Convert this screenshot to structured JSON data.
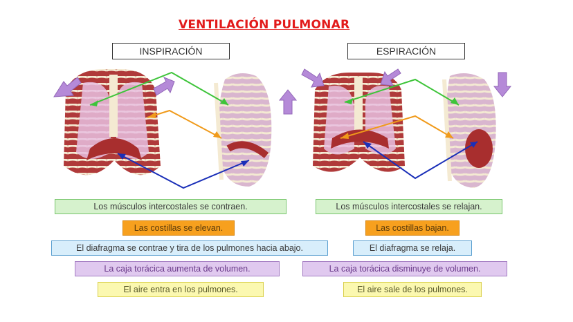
{
  "title": "VENTILACIÓN PULMONAR",
  "inspiracion": {
    "heading": "INSPIRACIÓN",
    "labels": [
      "Los músculos intercostales se contraen.",
      "Las costillas se elevan.",
      "El diafragma se contrae y tira de los pulmones hacia abajo.",
      "La caja torácica aumenta de volumen.",
      "El aire entra en los pulmones."
    ]
  },
  "espiracion": {
    "heading": "ESPIRACIÓN",
    "labels": [
      "Los músculos intercostales se relajan.",
      "Las costillas bajan.",
      "El diafragma se relaja.",
      "La caja torácica disminuye de volumen.",
      "El aire sale de los pulmones."
    ]
  },
  "colors": {
    "title": "#e21b1b",
    "green_arrow": "#3ec43a",
    "orange_arrow": "#f09a1a",
    "blue_arrow": "#1a2fb8",
    "purple_arrow": "#b58ad8"
  }
}
